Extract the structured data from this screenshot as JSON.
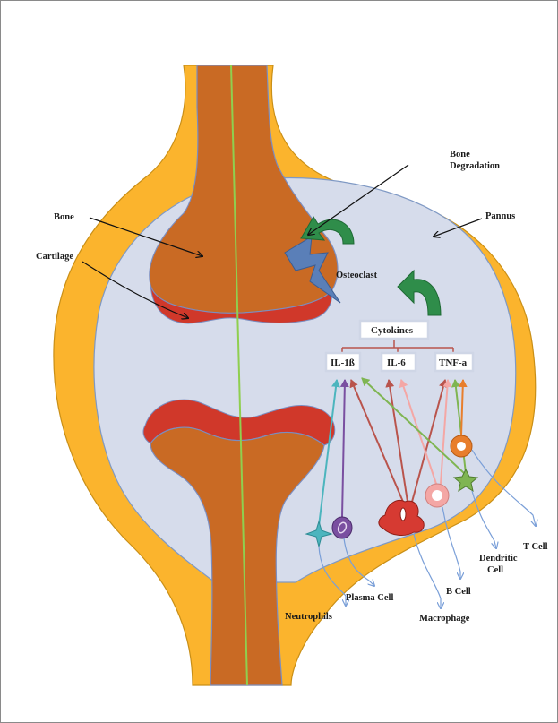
{
  "labels": {
    "bone_degradation_1": "Bone",
    "bone_degradation_2": "Degradation",
    "pannus": "Pannus",
    "bone": "Bone",
    "cartilage": "Cartilage",
    "osteoclast": "Osteoclast",
    "cytokines": "Cytokines",
    "il1b": "IL-1ß",
    "il6": "IL-6",
    "tnfa": "TNF-a",
    "t_cell": "T Cell",
    "dendritic_cell_1": "Dendritic",
    "dendritic_cell_2": "Cell",
    "b_cell": "B Cell",
    "macrophage": "Macrophage",
    "plasma_cell": "Plasma Cell",
    "neutrophils": "Neutrophils"
  },
  "colors": {
    "capsule": "#fbb42d",
    "capsule_outline": "#c98f17",
    "synovial": "#d6dceb",
    "bone": "#c96a24",
    "cartilage": "#d0382a",
    "midline": "#8fcf4f",
    "bolt": "#5a7fb8",
    "curved_arrow": "#2f8d4a",
    "connector": "#b9544c",
    "neutrophil": "#4cb5be",
    "plasma_cell": "#7a4fa0",
    "macrophage": "#d63a32",
    "b_cell": "#f4a7a5",
    "dendritic_cell": "#7fb552",
    "t_cell": "#e87e2c",
    "leader_line": "#7a9fd8"
  }
}
